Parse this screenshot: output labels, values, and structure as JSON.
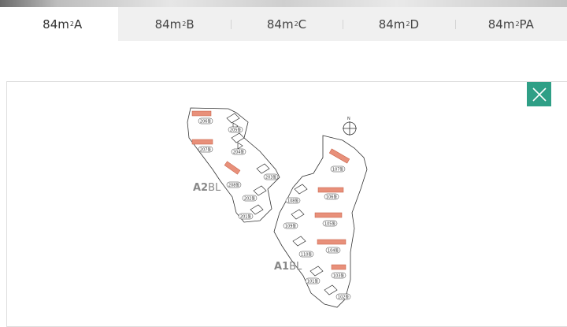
{
  "tabs": [
    {
      "base": "84m",
      "sup": "2",
      "suffix": "A",
      "active": true
    },
    {
      "base": "84m",
      "sup": "2",
      "suffix": "B",
      "active": false
    },
    {
      "base": "84m",
      "sup": "2",
      "suffix": "C",
      "active": false
    },
    {
      "base": "84m",
      "sup": "2",
      "suffix": "D",
      "active": false
    },
    {
      "base": "84m",
      "sup": "2",
      "suffix": "PA",
      "active": false
    }
  ],
  "colors": {
    "accent": "#2f9f86",
    "highlight": "#e8907a"
  },
  "map": {
    "compass_label": "N",
    "zones": [
      {
        "bold": "A2",
        "rest": "BL"
      },
      {
        "bold": "A1",
        "rest": "BL"
      }
    ],
    "buildings": {
      "b206": "206동",
      "b205": "205동",
      "b207": "207동",
      "b204": "204동",
      "b208": "208동",
      "b203": "203동",
      "b202": "202동",
      "b201": "201동",
      "b107": "107동",
      "b106": "106동",
      "b108": "108동",
      "b105": "105동",
      "b109": "109동",
      "b104": "104동",
      "b110": "110동",
      "b103": "103동",
      "b101": "101동",
      "b102": "102동"
    }
  },
  "close_icon": "close-icon"
}
